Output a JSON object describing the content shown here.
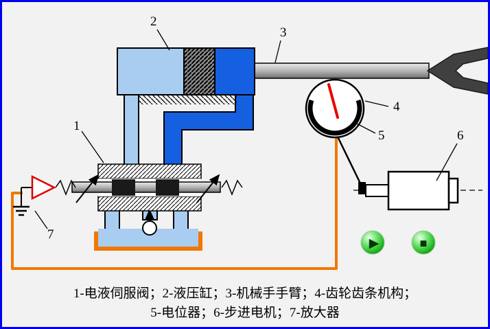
{
  "diagram": {
    "part_labels": {
      "1": "1",
      "2": "2",
      "3": "3",
      "4": "4",
      "5": "5",
      "6": "6",
      "7": "7"
    },
    "caption": {
      "line1": "1-电液伺服阀；2-液压缸；3-机械手手臂；4-齿轮齿条机构；",
      "line2": "5-电位器；6-步进电机；7-放大器"
    },
    "icons": {
      "play": "▶",
      "stop": "■"
    },
    "colors": {
      "frame_blue": "#0000ee",
      "background": "#f2f2f2",
      "light_blue": "#a8cdf0",
      "pipe_blue": "#1560e0",
      "orange": "#f07800",
      "needle_red": "#e80000",
      "amplifier_red": "#e00000",
      "rod_gray": "#b5b5b5",
      "button_green": "#22bb22"
    }
  }
}
